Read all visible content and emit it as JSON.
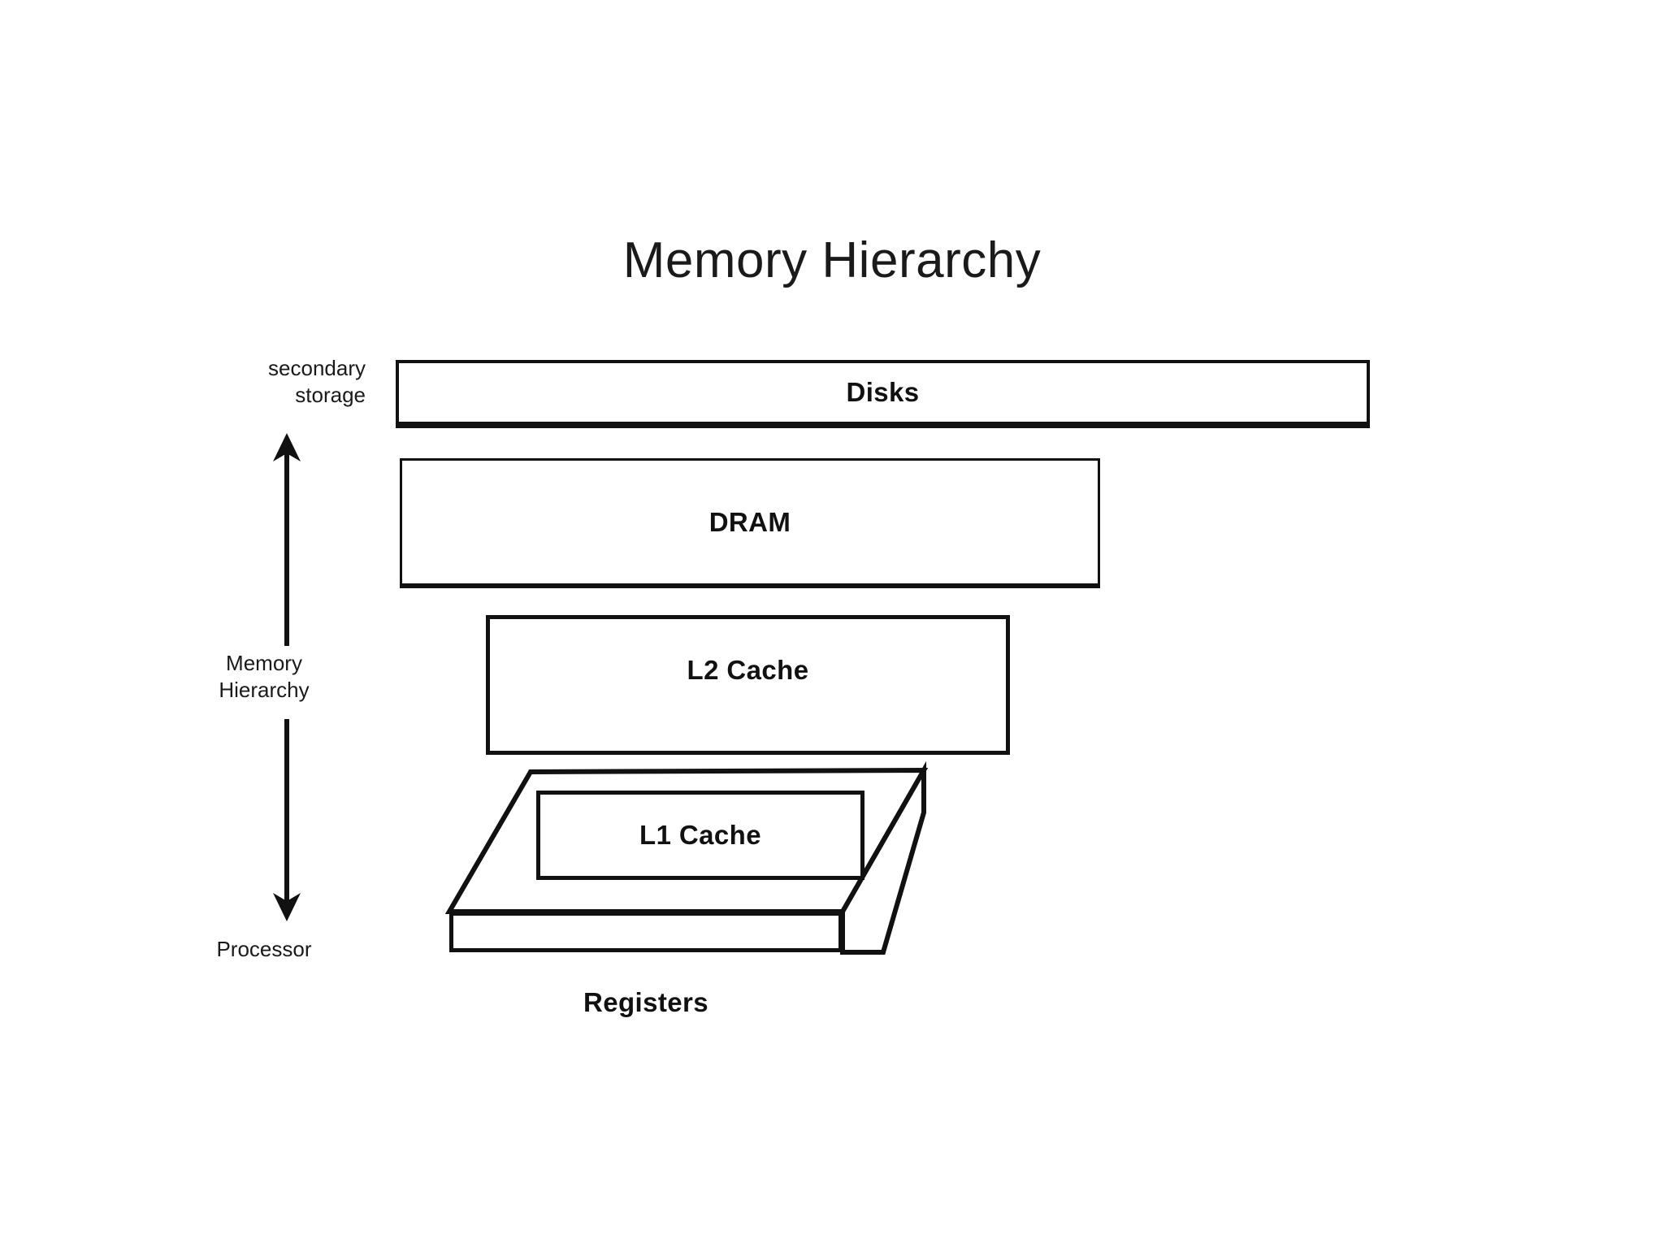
{
  "diagram": {
    "title": "Memory Hierarchy",
    "axis_labels": {
      "top": "secondary\nstorage",
      "middle": "Memory\nHierarchy",
      "bottom": "Processor"
    },
    "levels": [
      {
        "id": "disks",
        "label": "Disks"
      },
      {
        "id": "dram",
        "label": "DRAM"
      },
      {
        "id": "l2cache",
        "label": "L2 Cache"
      },
      {
        "id": "l1cache",
        "label": "L1 Cache"
      },
      {
        "id": "registers",
        "label": "Registers"
      }
    ],
    "arrow": {
      "name": "memory-hierarchy-double-arrow",
      "direction": "double-vertical",
      "points_up_to": "secondary storage",
      "points_down_to": "Processor"
    },
    "colors": {
      "background": "#ffffff",
      "stroke": "#111111",
      "title_text": "#1a1a1a",
      "label_text": "#1a1a1a"
    }
  }
}
